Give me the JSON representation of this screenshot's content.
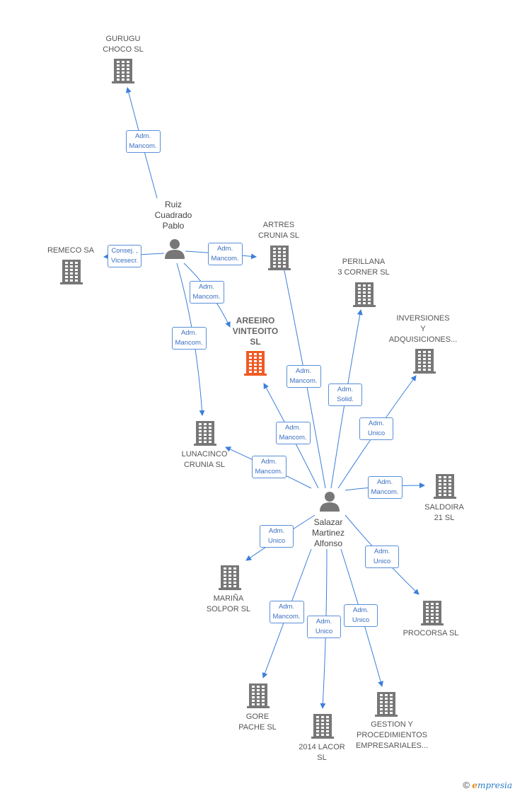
{
  "nodes": [
    {
      "id": "gurugu",
      "kind": "company",
      "label": "GURUGU\nCHOCO  SL"
    },
    {
      "id": "ruiz",
      "kind": "person",
      "label": "Ruiz\nCuadrado\nPablo"
    },
    {
      "id": "remeco",
      "kind": "company",
      "label": "REMECO SA"
    },
    {
      "id": "artres",
      "kind": "company",
      "label": "ARTRES\nCRUNIA  SL"
    },
    {
      "id": "perillana",
      "kind": "company",
      "label": "PERILLANA\n3 CORNER  SL"
    },
    {
      "id": "inversiones",
      "kind": "company",
      "label": "INVERSIONES\nY\nADQUISICIONES..."
    },
    {
      "id": "areeiro",
      "kind": "focus",
      "label": "AREEIRO\nVINTEOITO\nSL"
    },
    {
      "id": "lunacinco",
      "kind": "company",
      "label": "LUNACINCO\nCRUNIA  SL"
    },
    {
      "id": "saldoira",
      "kind": "company",
      "label": "SALDOIRA\n21  SL"
    },
    {
      "id": "salazar",
      "kind": "person",
      "label": "Salazar\nMartinez\nAlfonso"
    },
    {
      "id": "marina",
      "kind": "company",
      "label": "MARIÑA\nSOLPOR SL"
    },
    {
      "id": "procorsa",
      "kind": "company",
      "label": "PROCORSA SL"
    },
    {
      "id": "gore",
      "kind": "company",
      "label": "GORE\nPACHE  SL"
    },
    {
      "id": "lacor",
      "kind": "company",
      "label": "2014 LACOR\nSL"
    },
    {
      "id": "gestion",
      "kind": "company",
      "label": "GESTION Y\nPROCEDIMIENTOS\nEMPRESARIALES..."
    }
  ],
  "edges": [
    {
      "from": "ruiz",
      "to": "gurugu",
      "label": "Adm.\nMancom."
    },
    {
      "from": "ruiz",
      "to": "remeco",
      "label": "Consej. ,\nVicesecr."
    },
    {
      "from": "ruiz",
      "to": "artres",
      "label": "Adm.\nMancom."
    },
    {
      "from": "ruiz",
      "to": "areeiro",
      "label": "Adm.\nMancom."
    },
    {
      "from": "ruiz",
      "to": "lunacinco",
      "label": "Adm.\nMancom."
    },
    {
      "from": "salazar",
      "to": "artres",
      "label": "Adm.\nMancom."
    },
    {
      "from": "salazar",
      "to": "perillana",
      "label": "Adm.\nSolid."
    },
    {
      "from": "salazar",
      "to": "inversiones",
      "label": "Adm.\nUnico"
    },
    {
      "from": "salazar",
      "to": "areeiro",
      "label": "Adm.\nMancom."
    },
    {
      "from": "salazar",
      "to": "lunacinco",
      "label": "Adm.\nMancom."
    },
    {
      "from": "salazar",
      "to": "saldoira",
      "label": "Adm.\nMancom."
    },
    {
      "from": "salazar",
      "to": "marina",
      "label": "Adm.\nUnico"
    },
    {
      "from": "salazar",
      "to": "procorsa",
      "label": "Adm.\nUnico"
    },
    {
      "from": "salazar",
      "to": "gore",
      "label": "Adm.\nMancom."
    },
    {
      "from": "salazar",
      "to": "lacor",
      "label": "Adm.\nUnico"
    },
    {
      "from": "salazar",
      "to": "gestion",
      "label": "Adm.\nUnico"
    }
  ],
  "colors": {
    "edge": "#3b7fd9",
    "company": "#777777",
    "focus": "#f05a24",
    "person": "#777777"
  },
  "footer": {
    "copyright_symbol": "©",
    "brand_first": "e",
    "brand_rest": "mpresia"
  }
}
